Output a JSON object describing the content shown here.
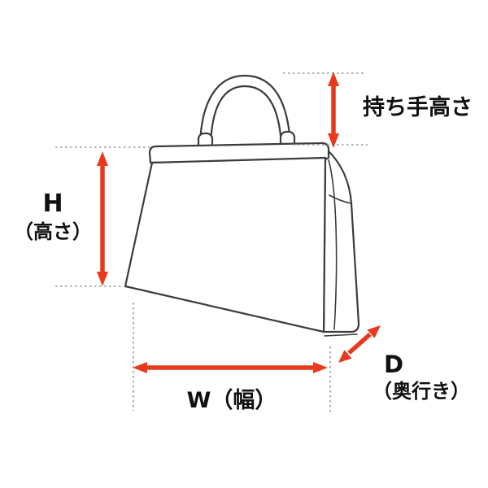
{
  "diagram": {
    "title": "bag-dimension-diagram",
    "labels": {
      "handle_height": "持ち手高さ",
      "height_letter": "H",
      "height_name": "（高さ）",
      "width": "W（幅）",
      "depth_letter": "D",
      "depth_name": "（奥行き）"
    },
    "colors": {
      "arrow": "#e8391d",
      "line": "#3c3c3c",
      "guide": "#9a9a9a",
      "background": "#ffffff"
    }
  }
}
